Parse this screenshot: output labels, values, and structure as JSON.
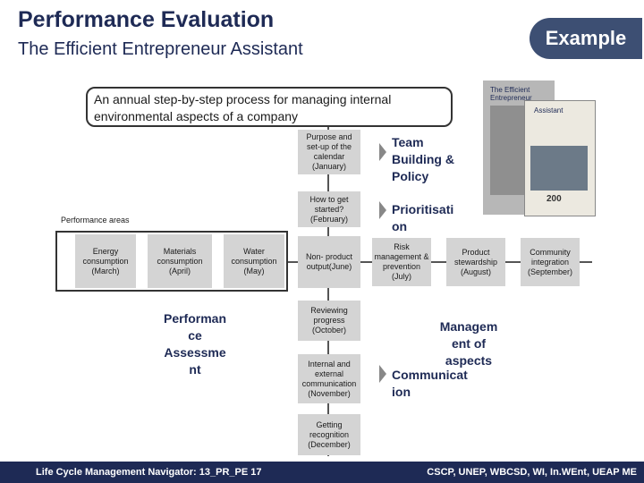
{
  "header": {
    "title": "Performance Evaluation",
    "subtitle": "The Efficient Entrepreneur Assistant",
    "badge": "Example"
  },
  "intro": "An annual step-by-step process for managing internal environmental aspects of a company",
  "book": {
    "title_back": "The Efficient Entrepreneur",
    "title_front": "Assistant",
    "year": "200"
  },
  "steps": {
    "purpose": "Purpose and set-up of the calendar (January)",
    "how": "How to get started? (February)",
    "nonproduct": "Non- product output(June)",
    "reviewing": "Reviewing progress (October)",
    "communication": "Internal and external communication (November)",
    "getting": "Getting recognition (December)",
    "risk": "Risk management & prevention (July)",
    "stewardship": "Product stewardship (August)",
    "integration": "Community integration (September)"
  },
  "areas": {
    "label": "Performance areas",
    "energy": "Energy consumption (March)",
    "materials": "Materials consumption (April)",
    "water": "Water consumption (May)"
  },
  "phases": {
    "team": "Team Building & Policy",
    "prioritisation": "Prioritisati on",
    "assessment": "Performan ce Assessme nt",
    "management": "Managem ent of aspects",
    "communication": "Communicat ion"
  },
  "footer": {
    "left": "Life Cycle Management Navigator: 13_PR_PE 17",
    "right": "CSCP, UNEP, WBCSD, WI, In.WEnt, UEAP ME"
  },
  "colors": {
    "navy": "#1e2a55",
    "badge": "#3d4f73",
    "box_grey": "#d4d4d4"
  }
}
